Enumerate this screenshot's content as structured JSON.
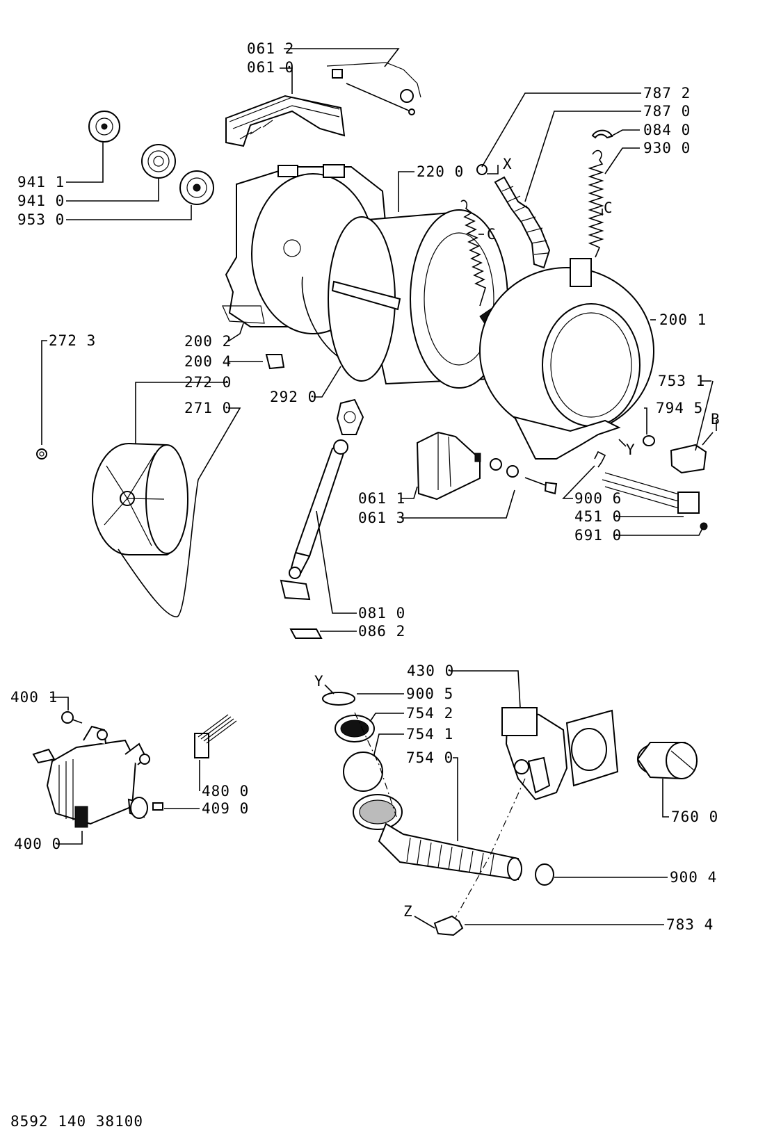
{
  "labels": {
    "l0612": "061 2",
    "l0610": "061 0",
    "l9411": "941 1",
    "l9410": "941 0",
    "l9530": "953 0",
    "l7872": "787 2",
    "l7870": "787 0",
    "l0840": "084 0",
    "l9300": "930 0",
    "l2200": "220 0",
    "lX": "X",
    "lC1": "C",
    "lC2": "C",
    "l2001": "200 1",
    "l2002": "200 2",
    "l2723": "272 3",
    "l2004": "200 4",
    "l2720": "272 0",
    "l2920": "292 0",
    "l2710": "271 0",
    "l7531": "753 1",
    "l7945": "794 5",
    "lB": "B",
    "lY1": "Y",
    "l0611": "061 1",
    "l0613": "061 3",
    "l9006": "900 6",
    "l4510": "451 0",
    "l6910": "691 0",
    "l0810": "081 0",
    "l0862": "086 2",
    "l4300": "430 0",
    "lY2": "Y",
    "l9005": "900 5",
    "l7542": "754 2",
    "l7541": "754 1",
    "l7540": "754 0",
    "l4001": "400 1",
    "l4800": "480 0",
    "l4090": "409 0",
    "l4000": "400 0",
    "l7600": "760 0",
    "l9004": "900 4",
    "lZ": "Z",
    "l7834": "783 4",
    "doc_number": "8592 140 38100"
  },
  "icons": {
    "bearing": "bearing-icon",
    "spring": "spring-icon",
    "pump": "pump-icon",
    "motor": "motor-icon"
  },
  "colors": {
    "ink": "#000000",
    "paper": "#ffffff"
  }
}
